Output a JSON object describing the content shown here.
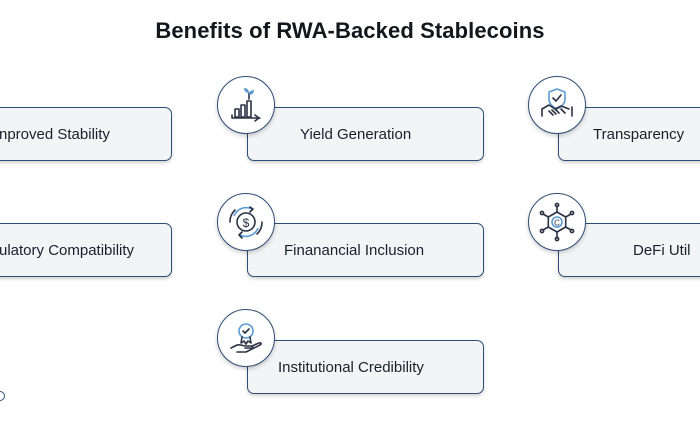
{
  "title": "Benefits of RWA-Backed Stablecoins",
  "benefits": [
    {
      "label": "nproved Stability",
      "icon": "none"
    },
    {
      "label": "Yield Generation",
      "icon": "growth-chart-icon"
    },
    {
      "label": "Transparency",
      "icon": "handshake-shield-icon"
    },
    {
      "label": "ulatory Compatibility",
      "icon": "none"
    },
    {
      "label": "Finanancial Inclusion",
      "icon": "money-cycle-icon"
    },
    {
      "label": "DeFi Util",
      "icon": "crypto-network-icon"
    },
    {
      "label": "Institutional Credibility",
      "icon": "award-hand-icon"
    }
  ],
  "colors": {
    "border": "#2f4e75",
    "card_bg": "#f3f4f6",
    "accent": "#5b9bd5",
    "text": "#1b1f2a"
  }
}
